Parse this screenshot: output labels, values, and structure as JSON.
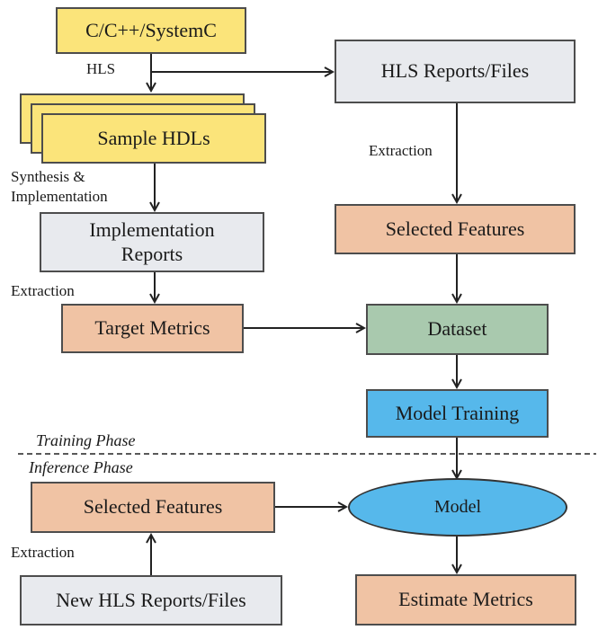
{
  "colors": {
    "source": "#fbe47a",
    "report": "#e8eaee",
    "feature": "#f0c3a4",
    "dataset": "#a9c9ae",
    "training": "#56b8eb",
    "model": "#56b8eb",
    "stroke": "#4d4d4d",
    "line": "#222222"
  },
  "nodes": {
    "source_code": "C/C++/SystemC",
    "sample_hdls": "Sample HDLs",
    "hls_reports": "HLS Reports/Files",
    "impl_reports": "Implementation Reports",
    "selected_features_top": "Selected Features",
    "target_metrics": "Target Metrics",
    "dataset": "Dataset",
    "model_training": "Model Training",
    "selected_features_bottom": "Selected Features",
    "model": "Model",
    "new_hls_reports": "New HLS Reports/Files",
    "estimate_metrics": "Estimate Metrics"
  },
  "edge_labels": {
    "hls": "HLS",
    "synthesis": "Synthesis &",
    "implementation": "Implementation",
    "extraction_hls": "Extraction",
    "extraction_impl": "Extraction",
    "extraction_new": "Extraction"
  },
  "phases": {
    "training": "Training Phase",
    "inference": "Inference Phase"
  }
}
